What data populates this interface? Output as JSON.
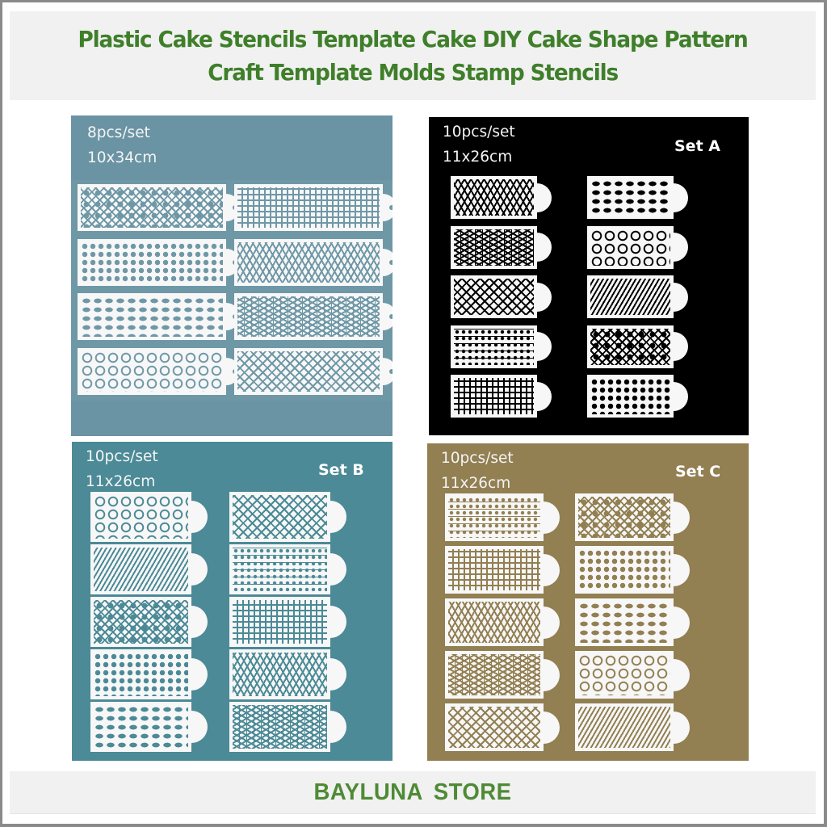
{
  "header": {
    "title_lines": [
      "Plastic Cake Stencils Template Cake DIY Cake Shape Pattern",
      "Craft Template Molds Stamp Stencils"
    ]
  },
  "panels": [
    {
      "id": "top-left",
      "set_label": "",
      "count": "8pcs/set",
      "size": "10x34cm",
      "background_color": "#6f98a7",
      "stencil_count": 8
    },
    {
      "id": "set-a",
      "set_label": "Set A",
      "count": "10pcs/set",
      "size": "11x26cm",
      "background_color": "#000000",
      "stencil_count": 10
    },
    {
      "id": "set-b",
      "set_label": "Set B",
      "count": "10pcs/set",
      "size": "11x26cm",
      "background_color": "#4b8a96",
      "stencil_count": 10
    },
    {
      "id": "set-c",
      "set_label": "Set C",
      "count": "10pcs/set",
      "size": "11x26cm",
      "background_color": "#927f52",
      "stencil_count": 10
    }
  ],
  "footer": {
    "store_name": "BAYLUNA STORE"
  },
  "colors": {
    "title_green": "#3f7f2a",
    "footer_green": "#4f8a35",
    "band_gray": "#f1f1f1",
    "stencil_white": "#f7f7f7"
  }
}
